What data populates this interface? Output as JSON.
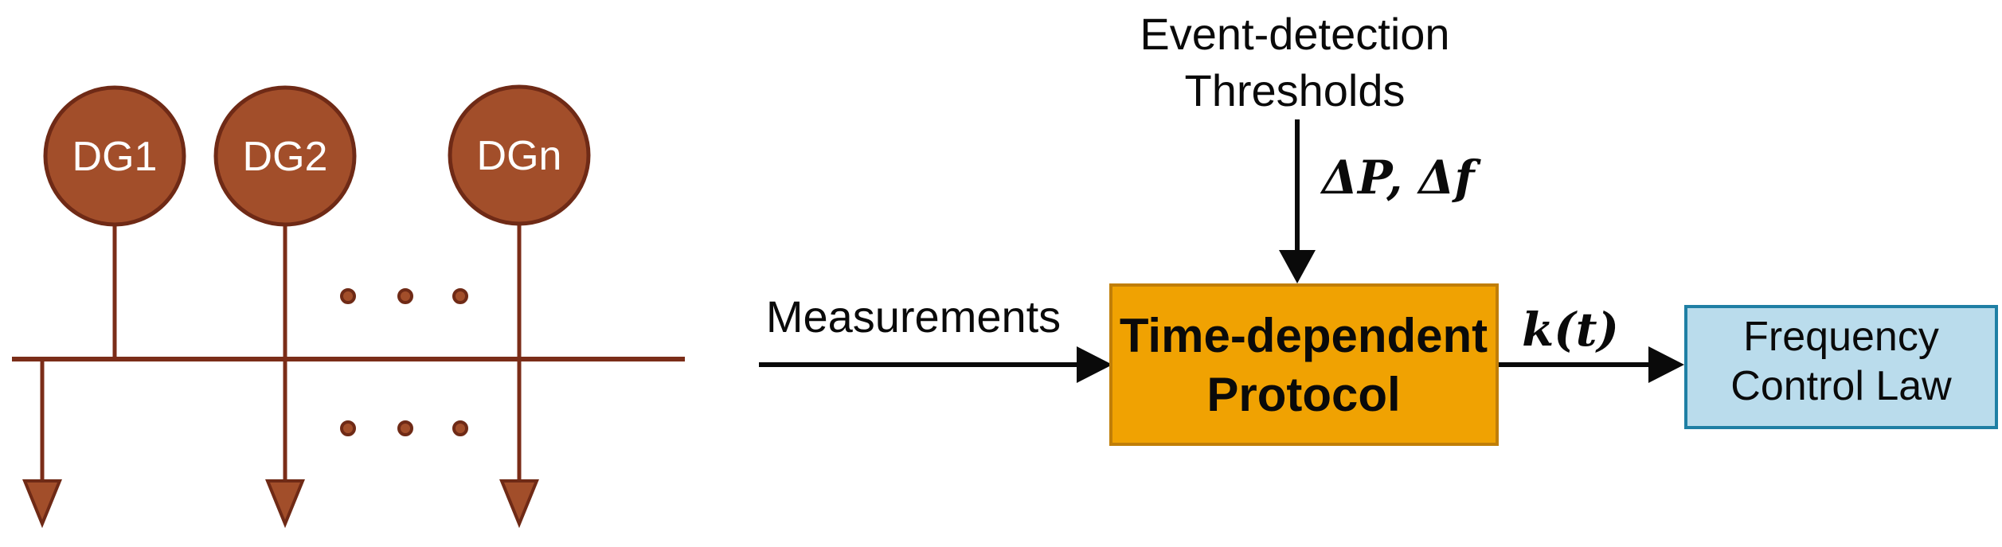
{
  "colors": {
    "dg_fill": "#A24E2A",
    "dg_border": "#6F2A16",
    "wire": "#7B2D18",
    "protocol_box_fill": "#F0A202",
    "protocol_box_border": "#C07E08",
    "control_box_fill": "#BADCEC",
    "control_box_border": "#1F7FA4",
    "signal_arrow": "#000000",
    "dg_label_text": "#FFFFFF",
    "label_text": "#000000"
  },
  "microgrid": {
    "dg_units": [
      {
        "label": "DG1"
      },
      {
        "label": "DG2"
      },
      {
        "label": "DGn"
      }
    ]
  },
  "controller": {
    "thresholds_label_line1": "Event-detection",
    "thresholds_label_line2": "Thresholds",
    "thresholds_signal": "ΔP, Δf",
    "measurements_label": "Measurements",
    "protocol_box_line1": "Time-dependent",
    "protocol_box_line2": "Protocol",
    "gain_signal": "k(t)",
    "control_box_line1": "Frequency",
    "control_box_line2": "Control Law"
  }
}
